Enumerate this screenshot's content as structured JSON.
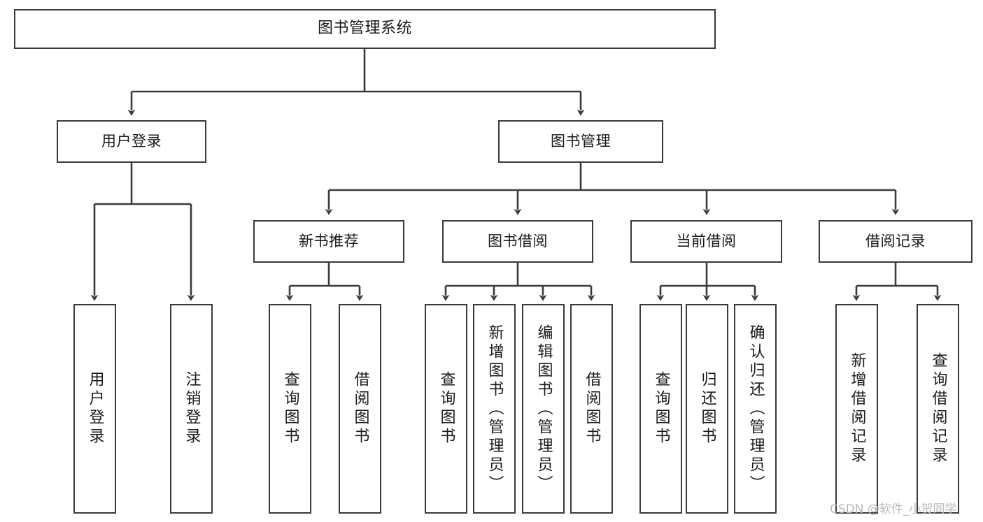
{
  "diagram": {
    "title": "图书管理系统",
    "root": {
      "id": "root",
      "label": "图书管理系统"
    },
    "level1": [
      {
        "id": "user-login",
        "label": "用户登录"
      },
      {
        "id": "book-manage",
        "label": "图书管理"
      }
    ],
    "level2": [
      {
        "id": "new-book-recommend",
        "label": "新书推荐"
      },
      {
        "id": "book-borrow",
        "label": "图书借阅"
      },
      {
        "id": "current-borrow",
        "label": "当前借阅"
      },
      {
        "id": "borrow-record",
        "label": "借阅记录"
      }
    ],
    "leaves": [
      {
        "id": "leaf-user-login",
        "label": "用户登录"
      },
      {
        "id": "leaf-logout-login",
        "label": "注销登录"
      },
      {
        "id": "leaf-query-book-1",
        "label": "查询图书"
      },
      {
        "id": "leaf-borrow-book-1",
        "label": "借阅图书"
      },
      {
        "id": "leaf-query-book-2",
        "label": "查询图书"
      },
      {
        "id": "leaf-add-book",
        "label": "新增图书（管理员）"
      },
      {
        "id": "leaf-edit-book",
        "label": "编辑图书（管理员）"
      },
      {
        "id": "leaf-borrow-book-2",
        "label": "借阅图书"
      },
      {
        "id": "leaf-query-book-3",
        "label": "查询图书"
      },
      {
        "id": "leaf-return-book",
        "label": "归还图书"
      },
      {
        "id": "leaf-confirm-return",
        "label": "确认归还（管理员）"
      },
      {
        "id": "leaf-add-record",
        "label": "新增借阅记录"
      },
      {
        "id": "leaf-query-record",
        "label": "查询借阅记录"
      }
    ],
    "colors": {
      "stroke": "#3a3a3a",
      "node_fill": "#ffffff",
      "text": "#1a1a1a",
      "watermark": "#b9b9b9",
      "background": "#ffffff"
    }
  },
  "watermark": {
    "text": "CSDN @软件_小贺同学"
  }
}
